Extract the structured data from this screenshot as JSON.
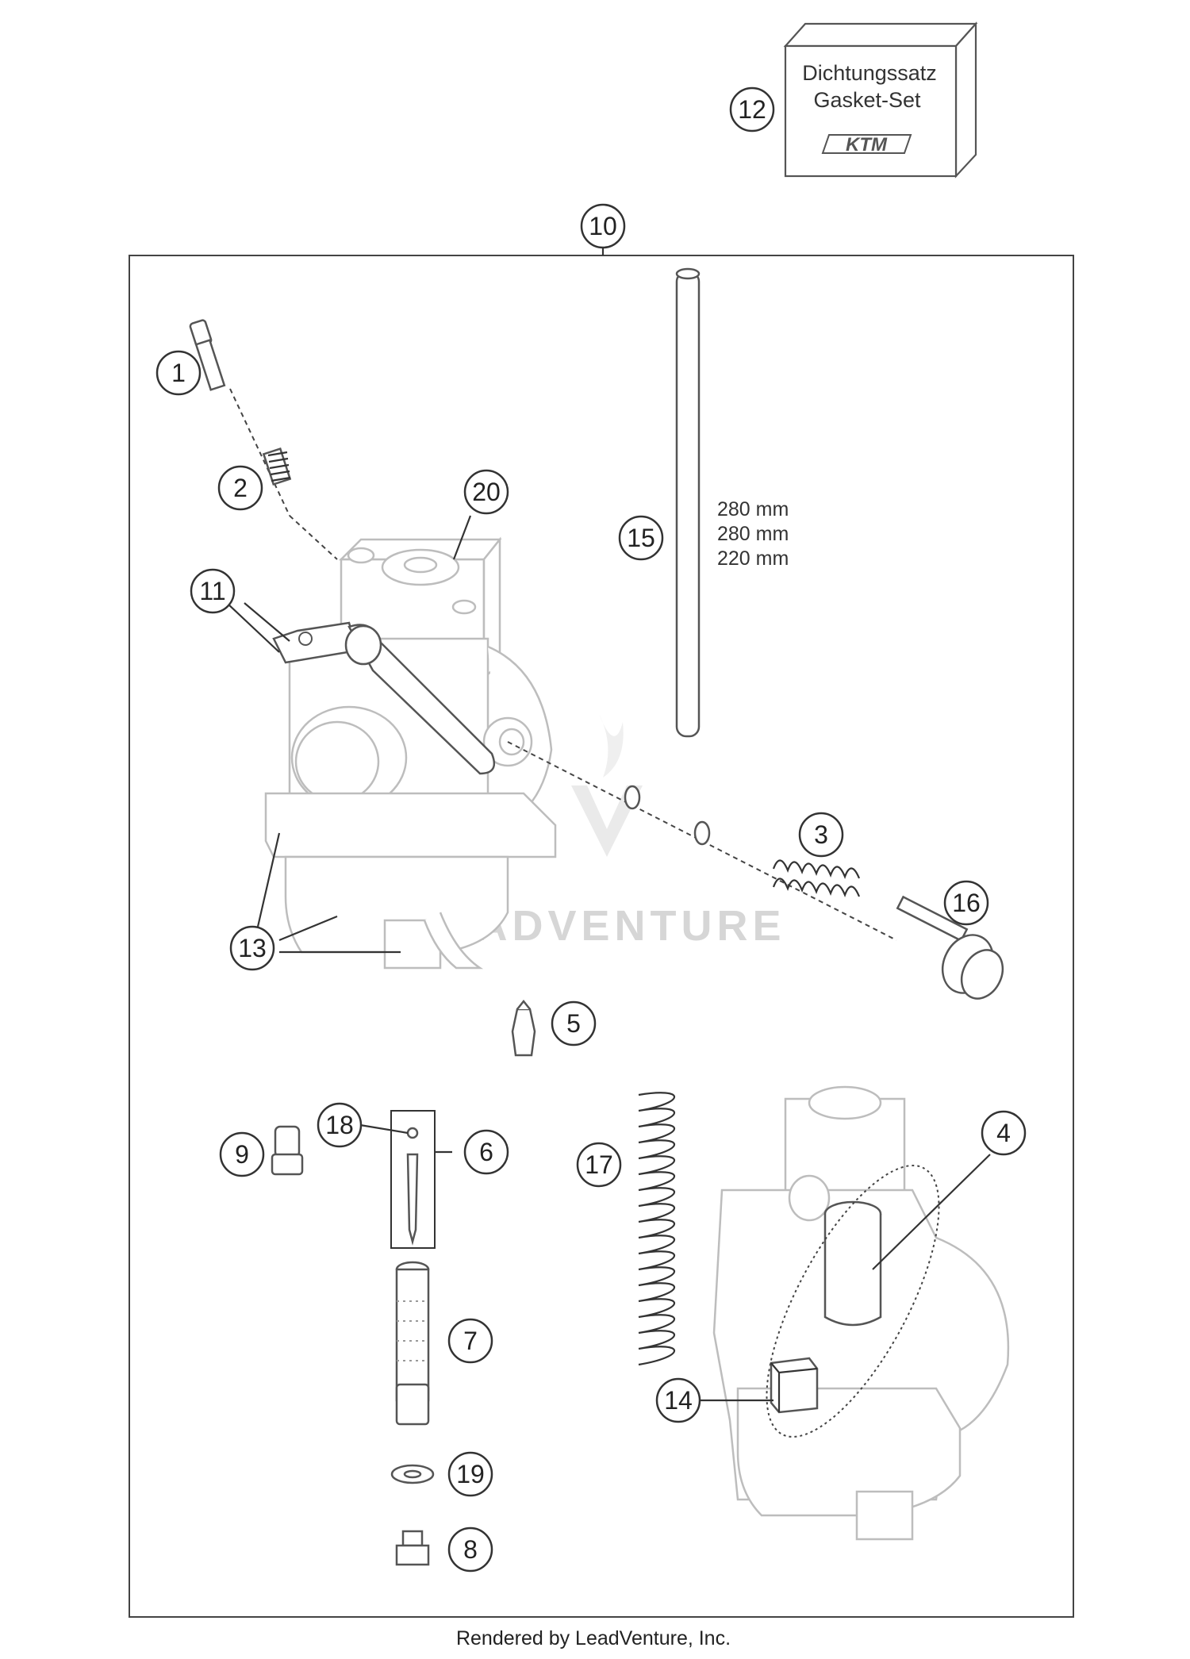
{
  "diagram": {
    "callouts": [
      "1",
      "2",
      "3",
      "4",
      "5",
      "6",
      "7",
      "8",
      "9",
      "10",
      "11",
      "12",
      "13",
      "14",
      "15",
      "16",
      "17",
      "18",
      "19",
      "20"
    ],
    "gasket_box": {
      "line1": "Dichtungssatz",
      "line2": "Gasket-Set",
      "brand": "KTM"
    },
    "pipe_lengths": [
      "280 mm",
      "280 mm",
      "220 mm"
    ],
    "watermark": "LEADVENTURE",
    "footer": "Rendered by LeadVenture, Inc."
  }
}
